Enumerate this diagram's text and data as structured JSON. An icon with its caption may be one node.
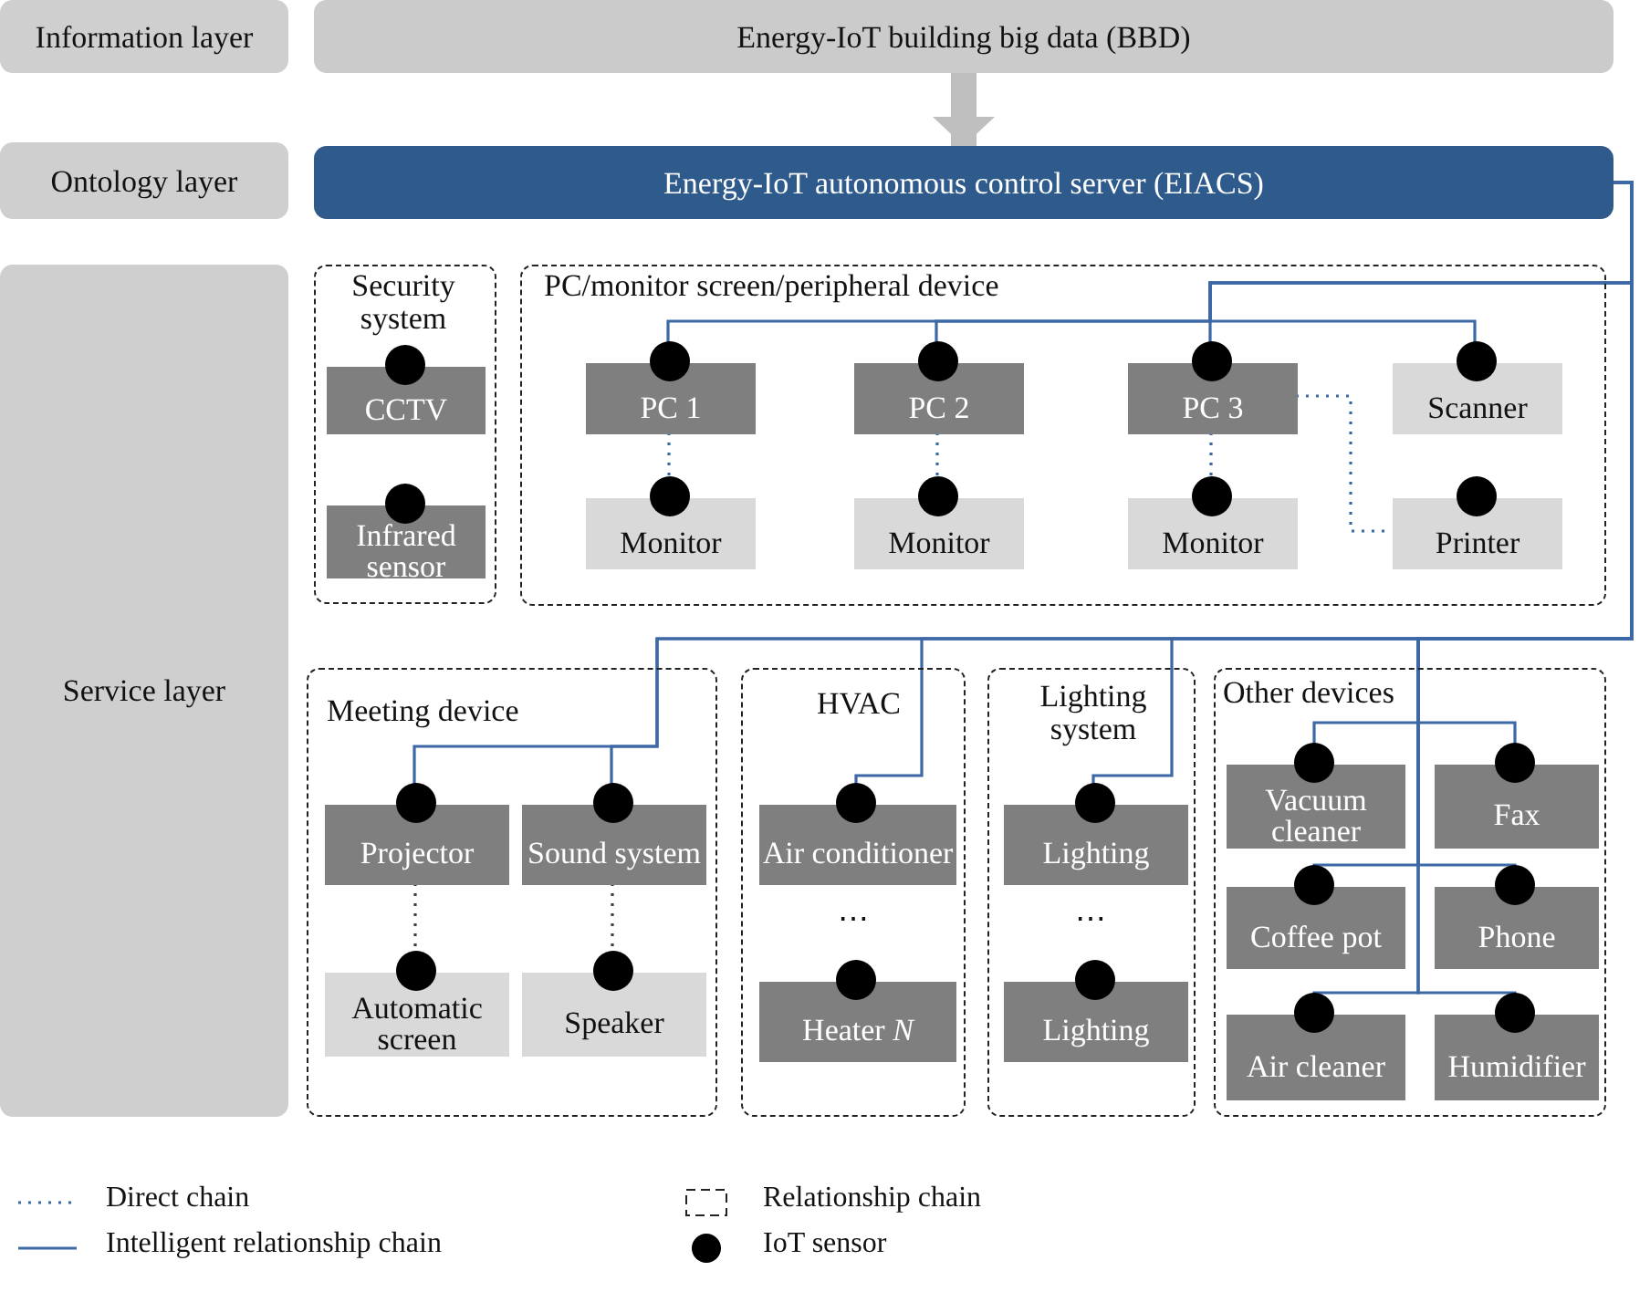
{
  "diagram": {
    "nodes": [
      {
        "text": [
          "Information layer"
        ]
      },
      {
        "text": [
          "Energy-IoT building big data (BBD)"
        ]
      },
      {
        "text": [
          "Ontology layer"
        ]
      },
      {
        "text": [
          "Energy-IoT autonomous control server (EIACS)"
        ]
      },
      {
        "text": [
          "Service layer"
        ]
      },
      {
        "text": [
          "Security system"
        ]
      },
      {
        "text": [
          "CCTV"
        ],
        "in": 5
      },
      {
        "text": [
          "Infrared sensor"
        ],
        "in": 5
      },
      {
        "text": [
          "PC/monitor screen/peripheral device"
        ]
      },
      {
        "text": [
          "PC 1"
        ],
        "in": 8
      },
      {
        "text": [
          "PC 2"
        ],
        "in": 8
      },
      {
        "text": [
          "PC 3"
        ],
        "in": 8
      },
      {
        "text": [
          "Scanner"
        ],
        "in": 8
      },
      {
        "text": [
          "Monitor"
        ],
        "in": 8
      },
      {
        "text": [
          "Monitor"
        ],
        "in": 8
      },
      {
        "text": [
          "Monitor"
        ],
        "in": 8
      },
      {
        "text": [
          "Printer"
        ],
        "in": 8
      },
      {
        "text": [
          "Meeting device"
        ]
      },
      {
        "text": [
          "Projector"
        ],
        "in": 17
      },
      {
        "text": [
          "Sound system"
        ],
        "in": 17
      },
      {
        "text": [
          "Automatic screen"
        ],
        "in": 17
      },
      {
        "text": [
          "Speaker"
        ],
        "in": 17
      },
      {
        "text": [
          "HVAC"
        ]
      },
      {
        "text": [
          "Air conditioner"
        ],
        "in": 22
      },
      {
        "text": [
          "Heater *N*"
        ],
        "in": 22
      },
      {
        "text": [
          "Lighting system"
        ]
      },
      {
        "text": [
          "Lighting"
        ],
        "in": 25
      },
      {
        "text": [
          "Lighting"
        ],
        "in": 25
      },
      {
        "text": [
          "Other devices"
        ]
      },
      {
        "text": [
          "Vacuum cleaner"
        ],
        "in": 28
      },
      {
        "text": [
          "Fax"
        ],
        "in": 28
      },
      {
        "text": [
          "Coffee pot"
        ],
        "in": 28
      },
      {
        "text": [
          "Phone"
        ],
        "in": 28
      },
      {
        "text": [
          "Air cleaner"
        ],
        "in": 28
      },
      {
        "text": [
          "Humidifier"
        ],
        "in": 28
      }
    ],
    "edges": [
      {
        "from": 1,
        "to": 3,
        "arrow": "to",
        "style": "thick",
        "color": "#bfbfbf"
      },
      {
        "from": 3,
        "to": 9,
        "arrow": "none"
      },
      {
        "from": 3,
        "to": 10,
        "arrow": "none"
      },
      {
        "from": 3,
        "to": 11,
        "arrow": "none"
      },
      {
        "from": 3,
        "to": 12,
        "arrow": "none"
      },
      {
        "from": 9,
        "to": 13,
        "arrow": "none",
        "style": "dashed"
      },
      {
        "from": 10,
        "to": 14,
        "arrow": "none",
        "style": "dashed"
      },
      {
        "from": 11,
        "to": 15,
        "arrow": "none",
        "style": "dashed"
      },
      {
        "from": 11,
        "to": 16,
        "arrow": "none",
        "style": "dashed"
      },
      {
        "from": 3,
        "to": 18,
        "arrow": "none"
      },
      {
        "from": 3,
        "to": 19,
        "arrow": "none"
      },
      {
        "from": 18,
        "to": 20,
        "arrow": "none",
        "style": "dashed",
        "color": "#404040"
      },
      {
        "from": 19,
        "to": 21,
        "arrow": "none",
        "style": "dashed",
        "color": "#404040"
      },
      {
        "from": 3,
        "to": 23,
        "arrow": "none"
      },
      {
        "from": 3,
        "to": 26,
        "arrow": "none"
      },
      {
        "from": 3,
        "to": 29,
        "arrow": "none"
      },
      {
        "from": 3,
        "to": 30,
        "arrow": "none"
      },
      {
        "from": 3,
        "to": 31,
        "arrow": "none"
      },
      {
        "from": 3,
        "to": 32,
        "arrow": "none"
      },
      {
        "from": 3,
        "to": 33,
        "arrow": "none"
      },
      {
        "from": 3,
        "to": 34,
        "arrow": "none"
      }
    ],
    "labels": [
      "⋯",
      "⋯"
    ],
    "legend": [
      {
        "text": "Direct chain"
      },
      {
        "text": "Relationship chain"
      },
      {
        "text": "Intelligent relationship chain"
      },
      {
        "text": "IoT sensor"
      }
    ]
  }
}
